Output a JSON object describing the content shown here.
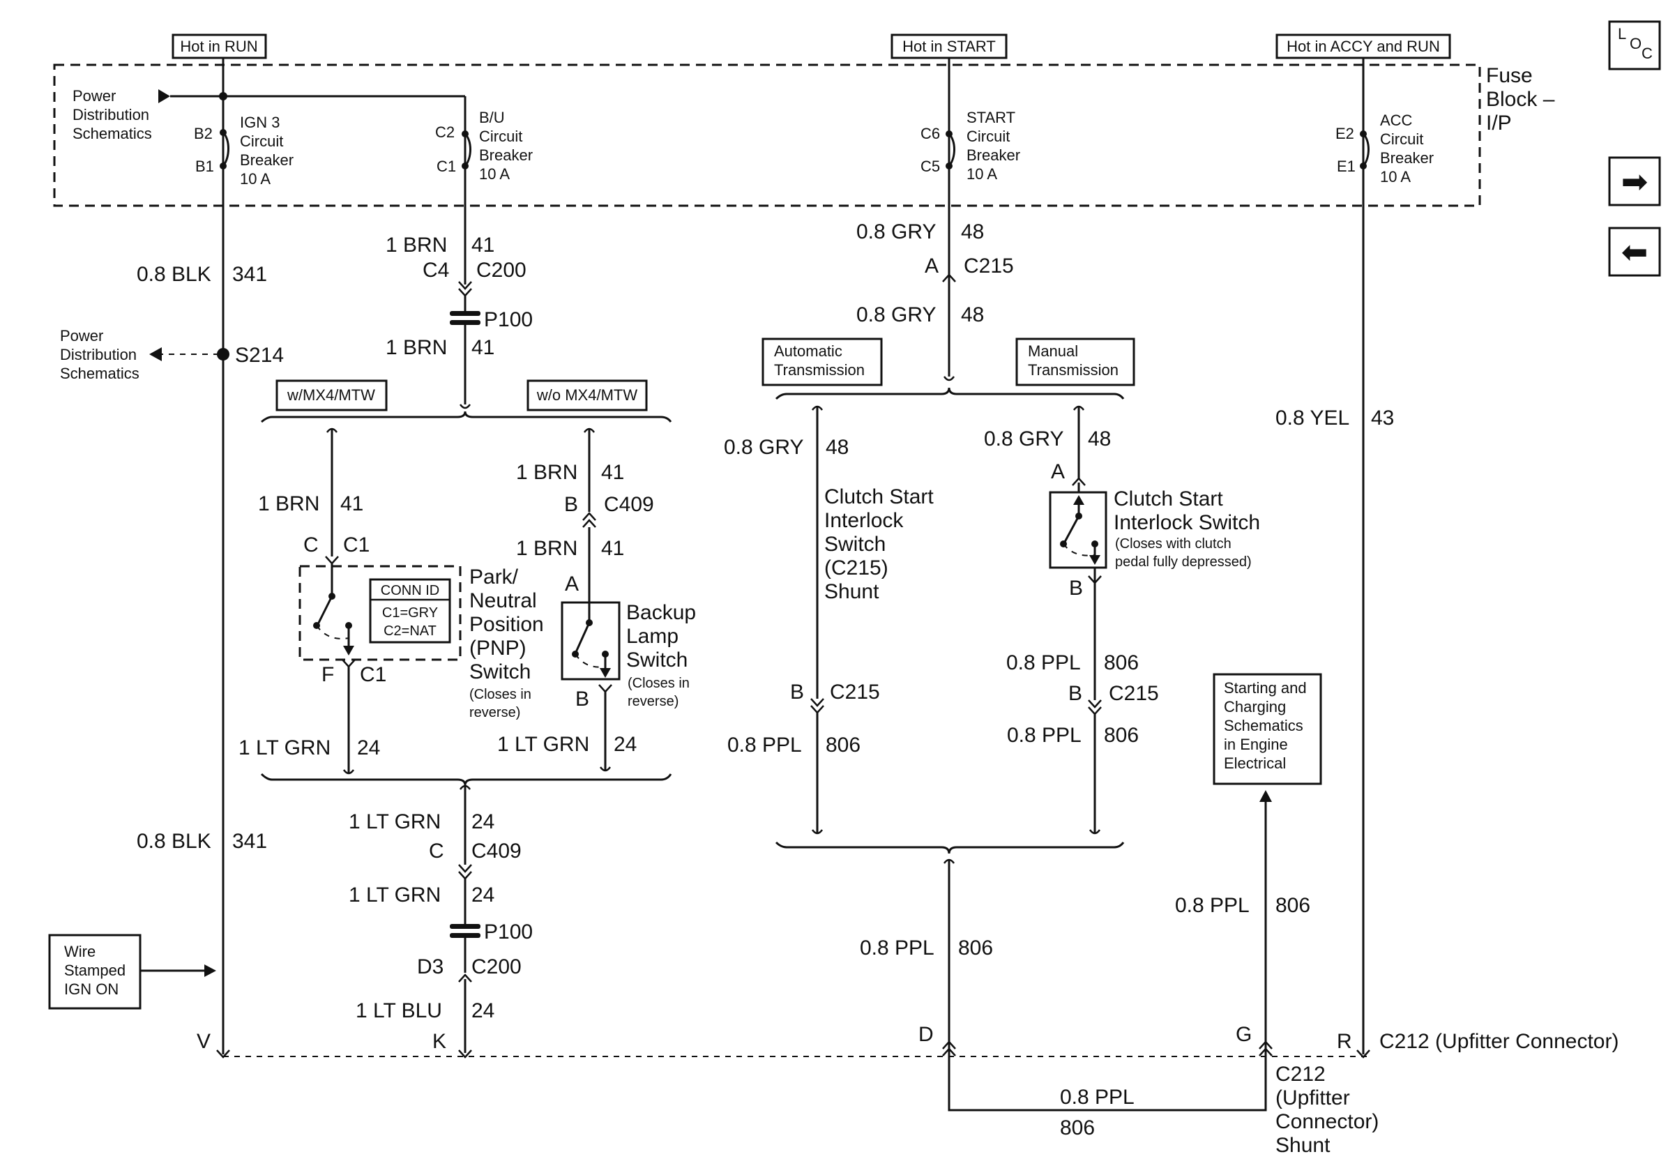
{
  "headers": {
    "hot_run": "Hot in RUN",
    "hot_start": "Hot in START",
    "hot_accy": "Hot in ACCY and RUN"
  },
  "fuse_block": [
    "Fuse",
    "Block –",
    "I/P"
  ],
  "power_dist_top": [
    "Power",
    "Distribution",
    "Schematics"
  ],
  "power_dist_left": [
    "Power",
    "Distribution",
    "Schematics"
  ],
  "breakers": {
    "ign3": {
      "top_pin": "B2",
      "bottom_pin": "B1",
      "lines": [
        "IGN 3",
        "Circuit",
        "Breaker",
        "10 A"
      ]
    },
    "bu": {
      "top_pin": "C2",
      "bottom_pin": "C1",
      "lines": [
        "B/U",
        "Circuit",
        "Breaker",
        "10 A"
      ]
    },
    "start": {
      "top_pin": "C6",
      "bottom_pin": "C5",
      "lines": [
        "START",
        "Circuit",
        "Breaker",
        "10 A"
      ]
    },
    "acc": {
      "top_pin": "E2",
      "bottom_pin": "E1",
      "lines": [
        "ACC",
        "Circuit",
        "Breaker",
        "10 A"
      ]
    }
  },
  "nav": {
    "loc_l": "L",
    "loc_o": "O",
    "loc_c": "C",
    "next_arrow": "➡",
    "prev_arrow": "⬅"
  },
  "labels": {
    "blk_341_a": {
      "wire": "0.8 BLK",
      "circuit": "341"
    },
    "blk_341_b": {
      "wire": "0.8 BLK",
      "circuit": "341"
    },
    "s214": "S214",
    "brn_41_a": {
      "wire": "1 BRN",
      "circuit": "41"
    },
    "c4_c200": {
      "pin": "C4",
      "conn": "C200"
    },
    "p100_a": "P100",
    "brn_41_b": {
      "wire": "1 BRN",
      "circuit": "41"
    },
    "with_mx4": "w/MX4/MTW",
    "without_mx4": "w/o MX4/MTW",
    "brn_41_c": {
      "wire": "1 BRN",
      "circuit": "41"
    },
    "c_c1": {
      "pin": "C",
      "conn": "C1"
    },
    "conn_id": [
      "CONN ID",
      "C1=GRY",
      "C2=NAT"
    ],
    "pnp_switch": [
      "Park/",
      "Neutral",
      "Position",
      "(PNP)",
      "Switch"
    ],
    "pnp_note": [
      "(Closes in",
      "reverse)"
    ],
    "f_c1": {
      "pin": "F",
      "conn": "C1"
    },
    "ltgrn_24_a": {
      "wire": "1 LT GRN",
      "circuit": "24"
    },
    "brn_41_d": {
      "wire": "1 BRN",
      "circuit": "41"
    },
    "b_c409": {
      "pin": "B",
      "conn": "C409"
    },
    "brn_41_e": {
      "wire": "1 BRN",
      "circuit": "41"
    },
    "pin_a_backup": "A",
    "backup_switch": [
      "Backup",
      "Lamp",
      "Switch"
    ],
    "backup_note": [
      "(Closes in",
      "reverse)"
    ],
    "pin_b_backup": "B",
    "ltgrn_24_b": {
      "wire": "1 LT GRN",
      "circuit": "24"
    },
    "ltgrn_24_c": {
      "wire": "1 LT GRN",
      "circuit": "24"
    },
    "c_c409": {
      "pin": "C",
      "conn": "C409"
    },
    "ltgrn_24_d": {
      "wire": "1 LT GRN",
      "circuit": "24"
    },
    "p100_b": "P100",
    "d3_c200": {
      "pin": "D3",
      "conn": "C200"
    },
    "ltblu_24": {
      "wire": "1 LT BLU",
      "circuit": "24"
    },
    "wire_stamped": [
      "Wire",
      "Stamped",
      "IGN ON"
    ],
    "gry_48_a": {
      "wire": "0.8 GRY",
      "circuit": "48"
    },
    "a_c215_top": {
      "pin": "A",
      "conn": "C215"
    },
    "gry_48_b": {
      "wire": "0.8 GRY",
      "circuit": "48"
    },
    "auto_trans": [
      "Automatic",
      "Transmission"
    ],
    "manual_trans": [
      "Manual",
      "Transmission"
    ],
    "gry_48_c": {
      "wire": "0.8 GRY",
      "circuit": "48"
    },
    "clutch_shunt": [
      "Clutch Start",
      "Interlock",
      "Switch",
      "(C215)",
      "Shunt"
    ],
    "b_c215_left": {
      "pin": "B",
      "conn": "C215"
    },
    "ppl_806_a": {
      "wire": "0.8 PPL",
      "circuit": "806"
    },
    "gry_48_d": {
      "wire": "0.8 GRY",
      "circuit": "48"
    },
    "pin_a_clutch": "A",
    "clutch_switch": [
      "Clutch Start",
      "Interlock Switch"
    ],
    "clutch_note": [
      "(Closes with clutch",
      "pedal fully depressed)"
    ],
    "pin_b_clutch": "B",
    "ppl_806_b": {
      "wire": "0.8 PPL",
      "circuit": "806"
    },
    "b_c215_right": {
      "pin": "B",
      "conn": "C215"
    },
    "ppl_806_c": {
      "wire": "0.8 PPL",
      "circuit": "806"
    },
    "ppl_806_d": {
      "wire": "0.8 PPL",
      "circuit": "806"
    },
    "yel_43": {
      "wire": "0.8 YEL",
      "circuit": "43"
    },
    "starting_box": [
      "Starting and",
      "Charging",
      "Schematics",
      "in Engine",
      "Electrical"
    ],
    "ppl_806_e": {
      "wire": "0.8 PPL",
      "circuit": "806"
    },
    "c212_pins": {
      "v": "V",
      "k": "K",
      "d": "D",
      "g": "G",
      "r": "R"
    },
    "c212_title": "C212 (Upfitter Connector)",
    "bottom_ppl": {
      "wire": "0.8 PPL",
      "circuit": "806"
    },
    "c212_shunt": [
      "C212",
      "(Upfitter",
      "Connector)",
      "Shunt"
    ]
  }
}
